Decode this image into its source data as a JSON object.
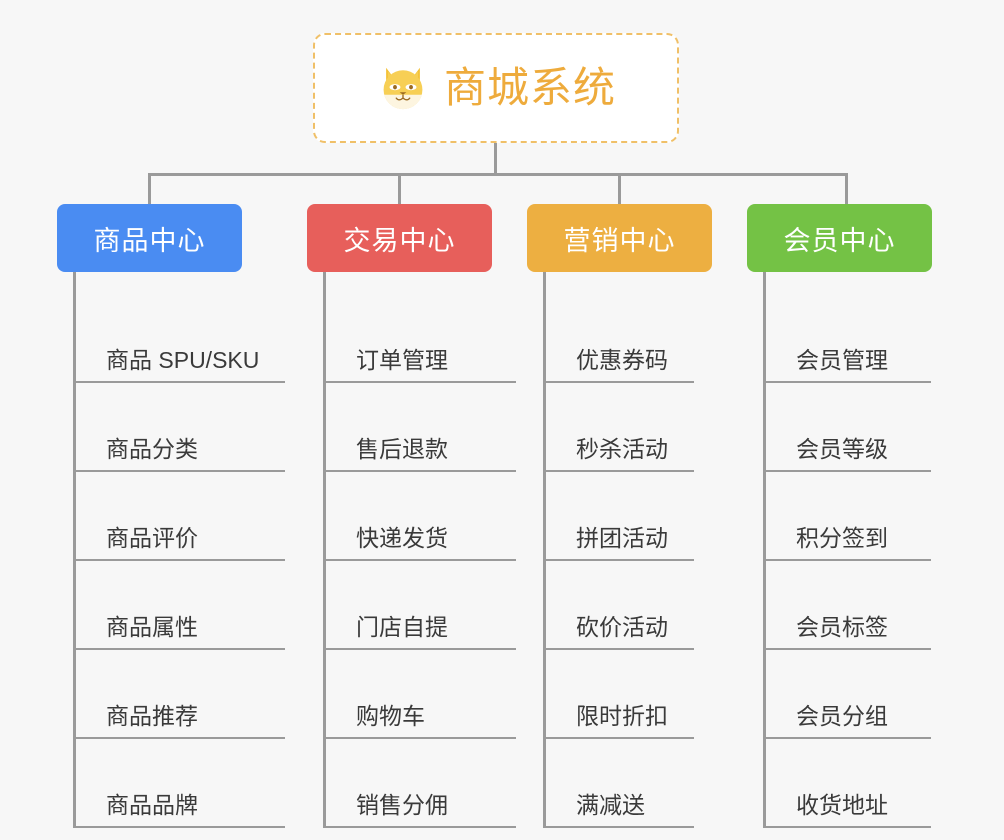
{
  "diagram": {
    "type": "org-chart",
    "background_color": "#f7f7f7",
    "connector_color": "#9a9a9a"
  },
  "root": {
    "title": "商城系统",
    "icon": "dog-face-icon",
    "text_color": "#eeab3c",
    "border_color": "#f0c068",
    "background_color": "#ffffff"
  },
  "columns": [
    {
      "category": "商品中心",
      "color": "#4a8cf2",
      "items": [
        {
          "label": "商品 SPU/SKU"
        },
        {
          "label": "商品分类"
        },
        {
          "label": "商品评价"
        },
        {
          "label": "商品属性"
        },
        {
          "label": "商品推荐"
        },
        {
          "label": "商品品牌"
        }
      ]
    },
    {
      "category": "交易中心",
      "color": "#e75f5b",
      "items": [
        {
          "label": "订单管理"
        },
        {
          "label": "售后退款"
        },
        {
          "label": "快递发货"
        },
        {
          "label": "门店自提"
        },
        {
          "label": "购物车"
        },
        {
          "label": "销售分佣"
        }
      ]
    },
    {
      "category": "营销中心",
      "color": "#edaf41",
      "items": [
        {
          "label": "优惠券码"
        },
        {
          "label": "秒杀活动"
        },
        {
          "label": "拼团活动"
        },
        {
          "label": "砍价活动"
        },
        {
          "label": "限时折扣"
        },
        {
          "label": "满减送"
        }
      ]
    },
    {
      "category": "会员中心",
      "color": "#74c245",
      "items": [
        {
          "label": "会员管理"
        },
        {
          "label": "会员等级"
        },
        {
          "label": "积分签到"
        },
        {
          "label": "会员标签"
        },
        {
          "label": "会员分组"
        },
        {
          "label": "收货地址"
        }
      ]
    }
  ]
}
